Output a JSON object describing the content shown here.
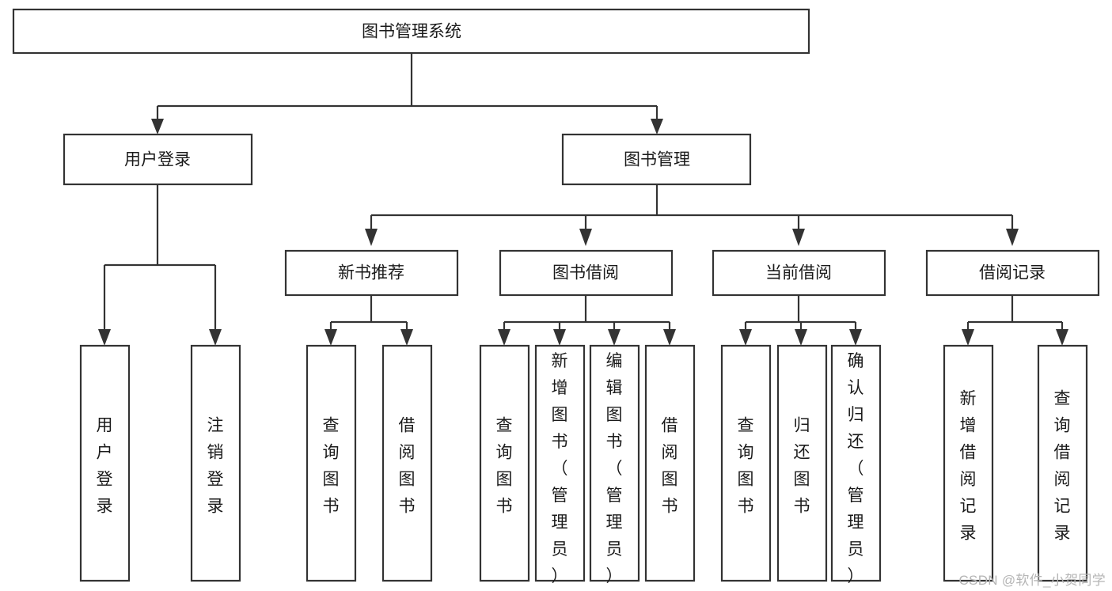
{
  "diagram": {
    "title": "图书管理系统",
    "type": "tree-hierarchy-chart",
    "root": {
      "label": "图书管理系统"
    },
    "level2": [
      {
        "label": "用户登录"
      },
      {
        "label": "图书管理"
      }
    ],
    "level3": [
      {
        "label": "新书推荐"
      },
      {
        "label": "图书借阅"
      },
      {
        "label": "当前借阅"
      },
      {
        "label": "借阅记录"
      }
    ],
    "leaves": {
      "user_login": [
        {
          "label": "用户登录"
        },
        {
          "label": "注销登录"
        }
      ],
      "new_book_recommend": [
        {
          "label": "查询图书"
        },
        {
          "label": "借阅图书"
        }
      ],
      "book_borrow": [
        {
          "label": "查询图书"
        },
        {
          "label": "新增图书（管理员）"
        },
        {
          "label": "编辑图书（管理员）"
        },
        {
          "label": "借阅图书"
        }
      ],
      "current_borrow": [
        {
          "label": "查询图书"
        },
        {
          "label": "归还图书"
        },
        {
          "label": "确认归还（管理员）"
        }
      ],
      "borrow_record": [
        {
          "label": "新增借阅记录"
        },
        {
          "label": "查询借阅记录"
        }
      ]
    }
  },
  "watermark": {
    "text": "CSDN @软件_小贺同学"
  },
  "colors": {
    "stroke": "#333333",
    "fill": "#ffffff",
    "text": "#1a1a1a",
    "watermark": "#b5b5b5"
  }
}
